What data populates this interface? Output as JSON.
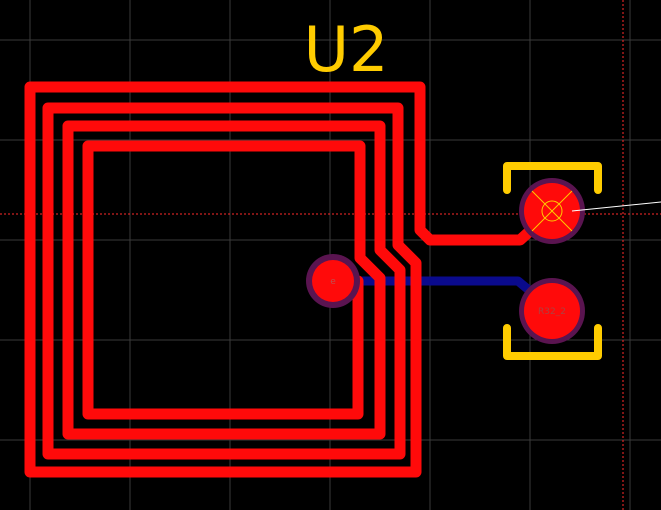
{
  "canvas": {
    "background": "#000000",
    "grid_color": "#3a3a3a",
    "crosshair_color": "#ff2a2a"
  },
  "component": {
    "designator": "U2",
    "designator_color": "#ffcc00",
    "coil_color": "#ff0a0a",
    "bottom_trace_color": "#0a0a8c"
  },
  "pads": {
    "via_label": "e",
    "pad_top_label": "",
    "pad_bottom_label": "R32_2",
    "pad_fill": "#ff0a0a",
    "pad_ring": "#5a1450",
    "silk_color": "#ffcc00"
  }
}
